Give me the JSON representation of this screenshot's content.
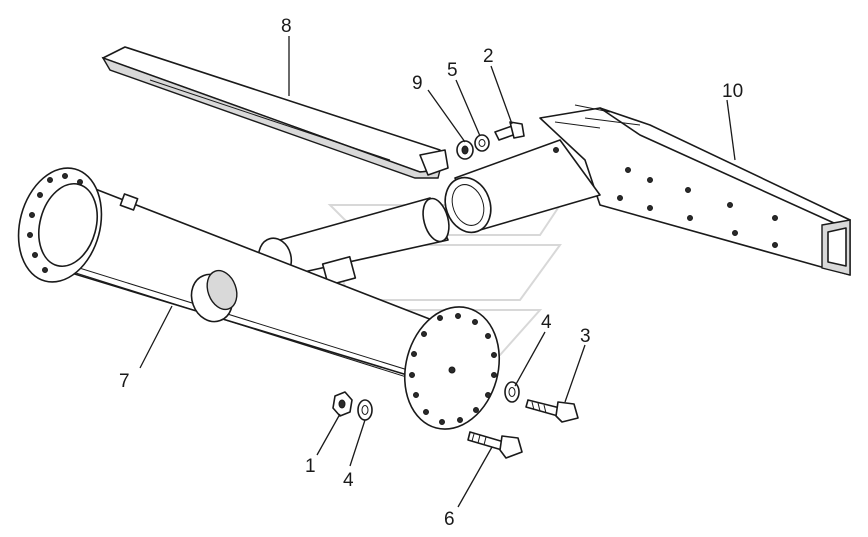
{
  "callouts": [
    {
      "id": "c1",
      "label": "1"
    },
    {
      "id": "c2",
      "label": "2"
    },
    {
      "id": "c3",
      "label": "3"
    },
    {
      "id": "c4a",
      "label": "4"
    },
    {
      "id": "c4b",
      "label": "4"
    },
    {
      "id": "c5",
      "label": "5"
    },
    {
      "id": "c6",
      "label": "6"
    },
    {
      "id": "c7",
      "label": "7"
    },
    {
      "id": "c8",
      "label": "8"
    },
    {
      "id": "c9",
      "label": "9"
    },
    {
      "id": "c10",
      "label": "10"
    }
  ],
  "parts": {
    "nut": "hex-nut",
    "washer": "washer",
    "bolt": "hex-bolt",
    "axle_tube": "axle-tube",
    "cover_rail": "cover-rail",
    "frame_beam": "frame-beam",
    "flange": "bolt-flange"
  },
  "colors": {
    "line": "#1a1a1a",
    "background": "#ffffff",
    "watermark": "#cfcfcf"
  }
}
